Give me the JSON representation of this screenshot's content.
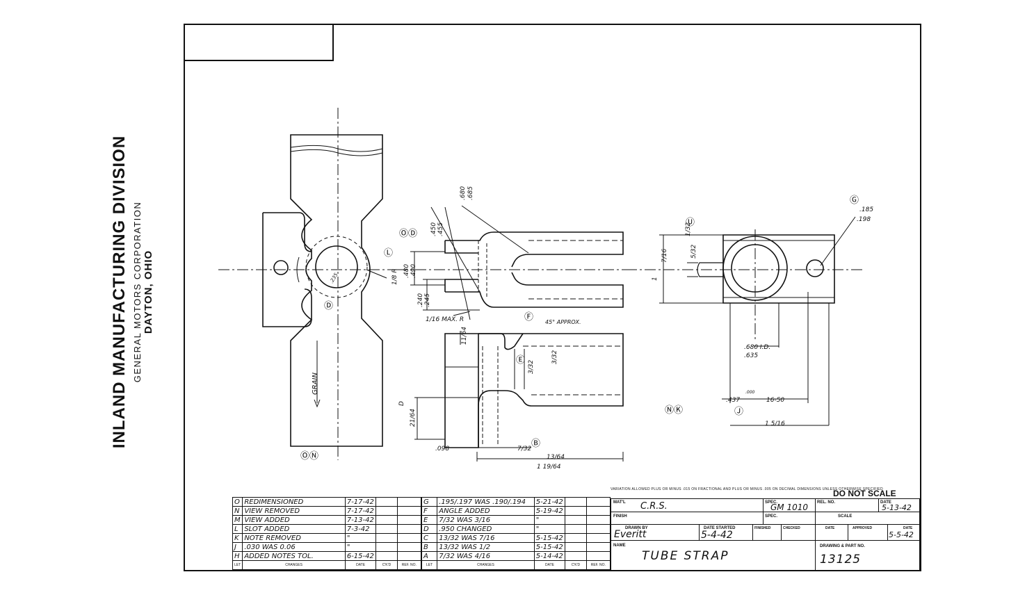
{
  "company": {
    "division": "INLAND MANUFACTURING DIVISION",
    "corporation": "GENERAL MOTORS CORPORATION",
    "location": "DAYTON, OHIO"
  },
  "dimensions": {
    "d680_685": [
      ".680",
      ".685"
    ],
    "d450_455": [
      ".450",
      ".455"
    ],
    "d480_490": [
      ".480",
      ".490"
    ],
    "d240_245": [
      ".240",
      ".245"
    ],
    "max_r": "1/16 MAX. R",
    "r_1_8": "1/8 R",
    "d185_198": [
      ".185",
      ".198"
    ],
    "d680_635": [
      ".680 I.D.",
      ".635"
    ],
    "d7_16": "7/16",
    "d5_32": "5/32",
    "d1_32": "1/32",
    "d1": "1",
    "d437": ".437",
    "d000": ".000",
    "thread": "16-50",
    "d1_5_16": "1 5/16",
    "d098": ".098",
    "d7_32": "7/32",
    "d13_64": "13/64",
    "d1_19_64": "1 19/64",
    "d11_64": "11/64",
    "d3_16a": "3/32",
    "d3_32b": "3/32",
    "d21_64": "21/64",
    "deg45": "45° APPROX.",
    "grain": "GRAIN",
    "d_label": "D",
    "d235": ".235"
  },
  "markers": {
    "OD": "ⓄⒹ",
    "L": "Ⓛ",
    "D": "Ⓓ",
    "F": "Ⓕ",
    "E": "Ⓔ",
    "G": "Ⓖ",
    "U": "Ⓤ",
    "J": "Ⓙ",
    "NK": "ⓃⓀ",
    "ON": "ⓄⓃ",
    "B": "Ⓑ"
  },
  "revisions_left": [
    {
      "ltr": "O",
      "change": "REDIMENSIONED",
      "date": "7-17-42"
    },
    {
      "ltr": "N",
      "change": "VIEW REMOVED",
      "date": "7-17-42"
    },
    {
      "ltr": "M",
      "change": "VIEW ADDED",
      "date": "7-13-42"
    },
    {
      "ltr": "L",
      "change": "SLOT ADDED",
      "date": "7-3-42"
    },
    {
      "ltr": "K",
      "change": "NOTE REMOVED",
      "date": "\""
    },
    {
      "ltr": "J",
      "change": ".030 WAS 0.06",
      "date": "\""
    },
    {
      "ltr": "H",
      "change": "ADDED NOTES TOL.",
      "date": "6-15-42"
    }
  ],
  "revisions_right": [
    {
      "ltr": "G",
      "change": ".195/.197 WAS .190/.194",
      "date": "5-21-42"
    },
    {
      "ltr": "F",
      "change": "ANGLE ADDED",
      "date": "5-19-42"
    },
    {
      "ltr": "E",
      "change": "7/32 WAS 3/16",
      "date": "\""
    },
    {
      "ltr": "D",
      "change": ".950 CHANGED",
      "date": "\""
    },
    {
      "ltr": "C",
      "change": "13/32 WAS 7/16",
      "date": "5-15-42"
    },
    {
      "ltr": "B",
      "change": "13/32 WAS 1/2",
      "date": "5-15-42"
    },
    {
      "ltr": "A",
      "change": "7/32 WAS 4/16",
      "date": "5-14-42"
    }
  ],
  "rev_headers": {
    "ltr": "LET",
    "changes": "CHANGES",
    "date": "DATE",
    "ckd": "C'K'D",
    "ref": "REF. NO."
  },
  "title_block": {
    "tolerance_note": "VARIATION ALLOWED PLUS OR MINUS .015 ON FRACTIONAL AND PLUS OR MINUS .005 ON DECIMAL DIMENSIONS UNLESS OTHERWISE SPECIFIED",
    "do_not_scale": "DO NOT SCALE",
    "matl_label": "MAT'L",
    "matl_value": "C.R.S.",
    "spec_label": "SPEC.",
    "spec_value": "GM 1010",
    "rel_no_label": "REL. NO.",
    "date_label": "DATE",
    "date_value": "5-13-42",
    "finish_label": "FINISH",
    "spec2_label": "SPEC.",
    "scale_label": "SCALE",
    "drawn_by_label": "DRAWN BY",
    "drawn_by_value": "Everitt",
    "date_started_label": "DATE STARTED",
    "date_started_value": "5-4-42",
    "finished_label": "FINISHED",
    "checked_label": "CHECKED",
    "date2_label": "DATE",
    "approved_label": "APPROVED",
    "date3_label": "DATE",
    "date3_value": "5-5-42",
    "name_label": "NAME",
    "name_value": "TUBE STRAP",
    "part_no_label": "DRAWING & PART NO.",
    "part_no_value": "13125"
  }
}
